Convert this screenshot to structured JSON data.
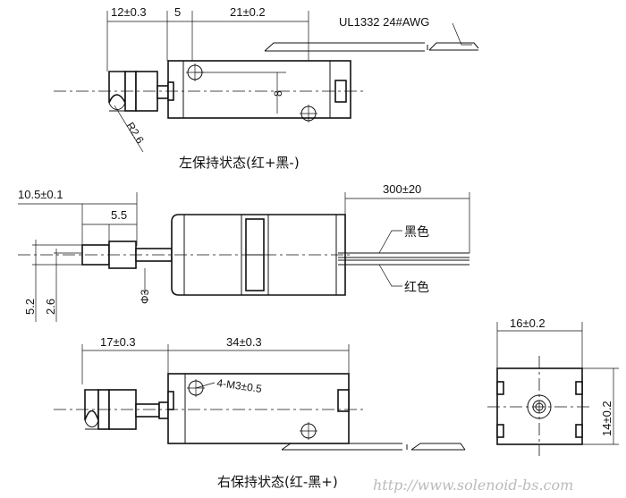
{
  "top_view": {
    "dim_left": "12±0.3",
    "dim_gap": "5",
    "dim_body": "21±0.2",
    "cable_label": "UL1332 24#AWG",
    "dim_height": "8",
    "dim_radius": "R2.6",
    "caption": "左保持状态(红+黑-)"
  },
  "side_view": {
    "dim_length": "10.5±0.1",
    "dim_step": "5.5",
    "dim_cable": "300±20",
    "wire_black": "黑色",
    "wire_red": "红色",
    "dim_52": "5.2",
    "dim_26": "2.6",
    "dim_phi3": "Φ3"
  },
  "bottom_view": {
    "dim_left": "17±0.3",
    "dim_body": "34±0.3",
    "dim_holes": "4-M3±0.5",
    "caption": "右保持状态(红-黑+)"
  },
  "end_view": {
    "dim_width": "16±0.2",
    "dim_height": "14±0.2"
  },
  "watermark": "http://www.solenoid-bs.com"
}
